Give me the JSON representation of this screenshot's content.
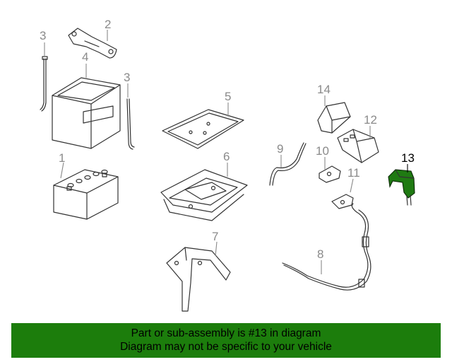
{
  "callouts": {
    "c1": "1",
    "c2": "2",
    "c3a": "3",
    "c3b": "3",
    "c4": "4",
    "c5": "5",
    "c6": "6",
    "c7": "7",
    "c8": "8",
    "c9": "9",
    "c10": "10",
    "c11": "11",
    "c12": "12",
    "c13": "13",
    "c14": "14"
  },
  "highlighted_part": "13",
  "colors": {
    "banner": "#1c7d0c",
    "highlight_part": "#1f7a12"
  },
  "banner": {
    "line1": "Part or sub-assembly is #13 in diagram",
    "line2": "Diagram may not be specific to your vehicle"
  }
}
